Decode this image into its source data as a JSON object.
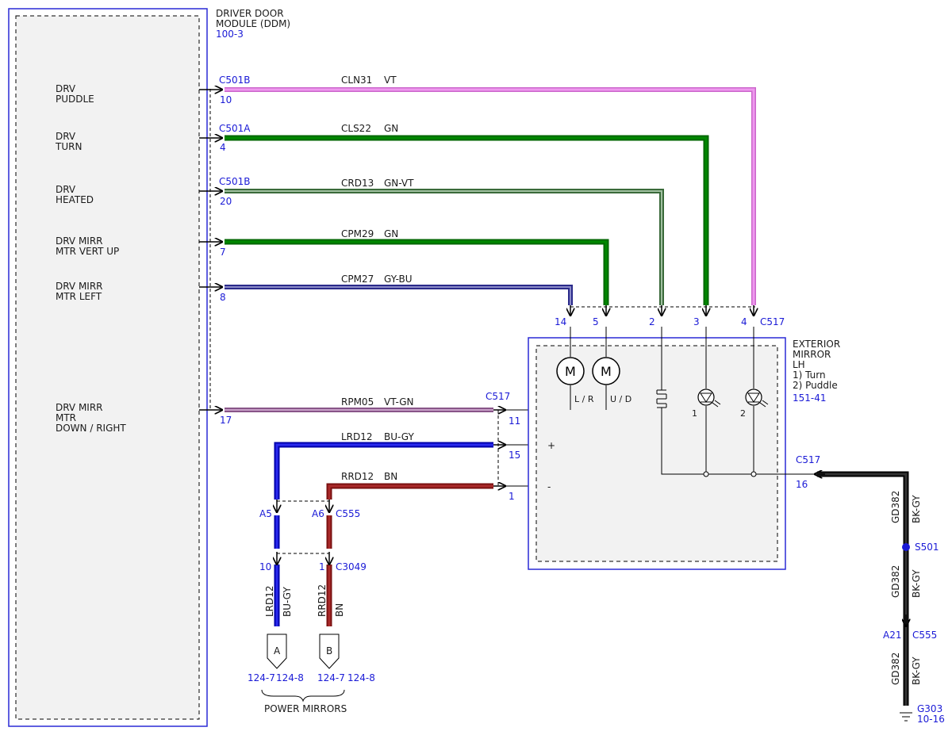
{
  "module": {
    "title_lines": [
      "DRIVER DOOR",
      "MODULE (DDM)"
    ],
    "ref": "100-3",
    "pins": [
      {
        "label_lines": [
          "DRV",
          "PUDDLE"
        ]
      },
      {
        "label_lines": [
          "DRV",
          "TURN"
        ]
      },
      {
        "label_lines": [
          "DRV",
          "HEATED"
        ]
      },
      {
        "label_lines": [
          "DRV MIRR",
          "MTR VERT UP"
        ]
      },
      {
        "label_lines": [
          "DRV MIRR",
          "MTR LEFT"
        ]
      },
      {
        "label_lines": [
          "DRV MIRR",
          "MTR",
          "DOWN / RIGHT"
        ]
      }
    ]
  },
  "wires": [
    {
      "connector": "C501B",
      "pin": "10",
      "circuit": "CLN31",
      "color_code": "VT",
      "dest_pin": "4",
      "stroke": "#cc66cc",
      "fill": "#ee99ee"
    },
    {
      "connector": "C501A",
      "pin": "4",
      "circuit": "CLS22",
      "color_code": "GN",
      "dest_pin": "3",
      "stroke": "#006600",
      "fill": "#008800"
    },
    {
      "connector": "C501B",
      "pin": "20",
      "circuit": "CRD13",
      "color_code": "GN-VT",
      "dest_pin": "2",
      "stroke": "#3a6a3a",
      "fill": "#a0c0a0"
    },
    {
      "connector": "",
      "pin": "7",
      "circuit": "CPM29",
      "color_code": "GN",
      "dest_pin": "5",
      "stroke": "#006600",
      "fill": "#008800"
    },
    {
      "connector": "",
      "pin": "8",
      "circuit": "CPM27",
      "color_code": "GY-BU",
      "dest_pin": "14",
      "stroke": "#2a2a8a",
      "fill": "#8a8ac8"
    },
    {
      "connector": "",
      "pin": "17",
      "circuit": "RPM05",
      "color_code": "VT-GN",
      "dest_pin": "11",
      "stroke": "#885588",
      "fill": "#c8a0c8"
    },
    {
      "connector": "",
      "pin": "15",
      "circuit": "LRD12",
      "color_code": "BU-GY",
      "stroke": "#0000aa",
      "fill": "#2a2aee"
    },
    {
      "connector": "",
      "pin": "1",
      "circuit": "RRD12",
      "color_code": "BN",
      "stroke": "#7a1010",
      "fill": "#aa2a2a"
    }
  ],
  "mirror": {
    "connector": "C517",
    "title_lines": [
      "EXTERIOR",
      "MIRROR",
      "LH",
      "1) Turn",
      "2) Puddle"
    ],
    "ref": "151-41",
    "motor_symbol": "M",
    "motor_labels": [
      "L / R",
      "U / D"
    ],
    "lamp_numbers": [
      "1",
      "2"
    ],
    "plus": "+",
    "minus": "-",
    "ground_pin": "16"
  },
  "power_mirrors": {
    "c555_pins": [
      "A5",
      "A6"
    ],
    "c555": "C555",
    "c3049_pins": [
      "10",
      "1"
    ],
    "c3049": "C3049",
    "wire_labels": [
      [
        "LRD12",
        "BU-GY"
      ],
      [
        "RRD12",
        "BN"
      ]
    ],
    "tags": [
      "A",
      "B"
    ],
    "refs": [
      "124-7",
      "124-8",
      "124-7",
      "124-8"
    ],
    "title": "POWER MIRRORS"
  },
  "ground": {
    "circuit": "GD382",
    "color_code": "BK-GY",
    "splice": "S501",
    "pin": "A21",
    "connector": "C555",
    "ground_name": "G303",
    "ref": "10-16",
    "stroke": "#000000",
    "fill": "#333333"
  }
}
